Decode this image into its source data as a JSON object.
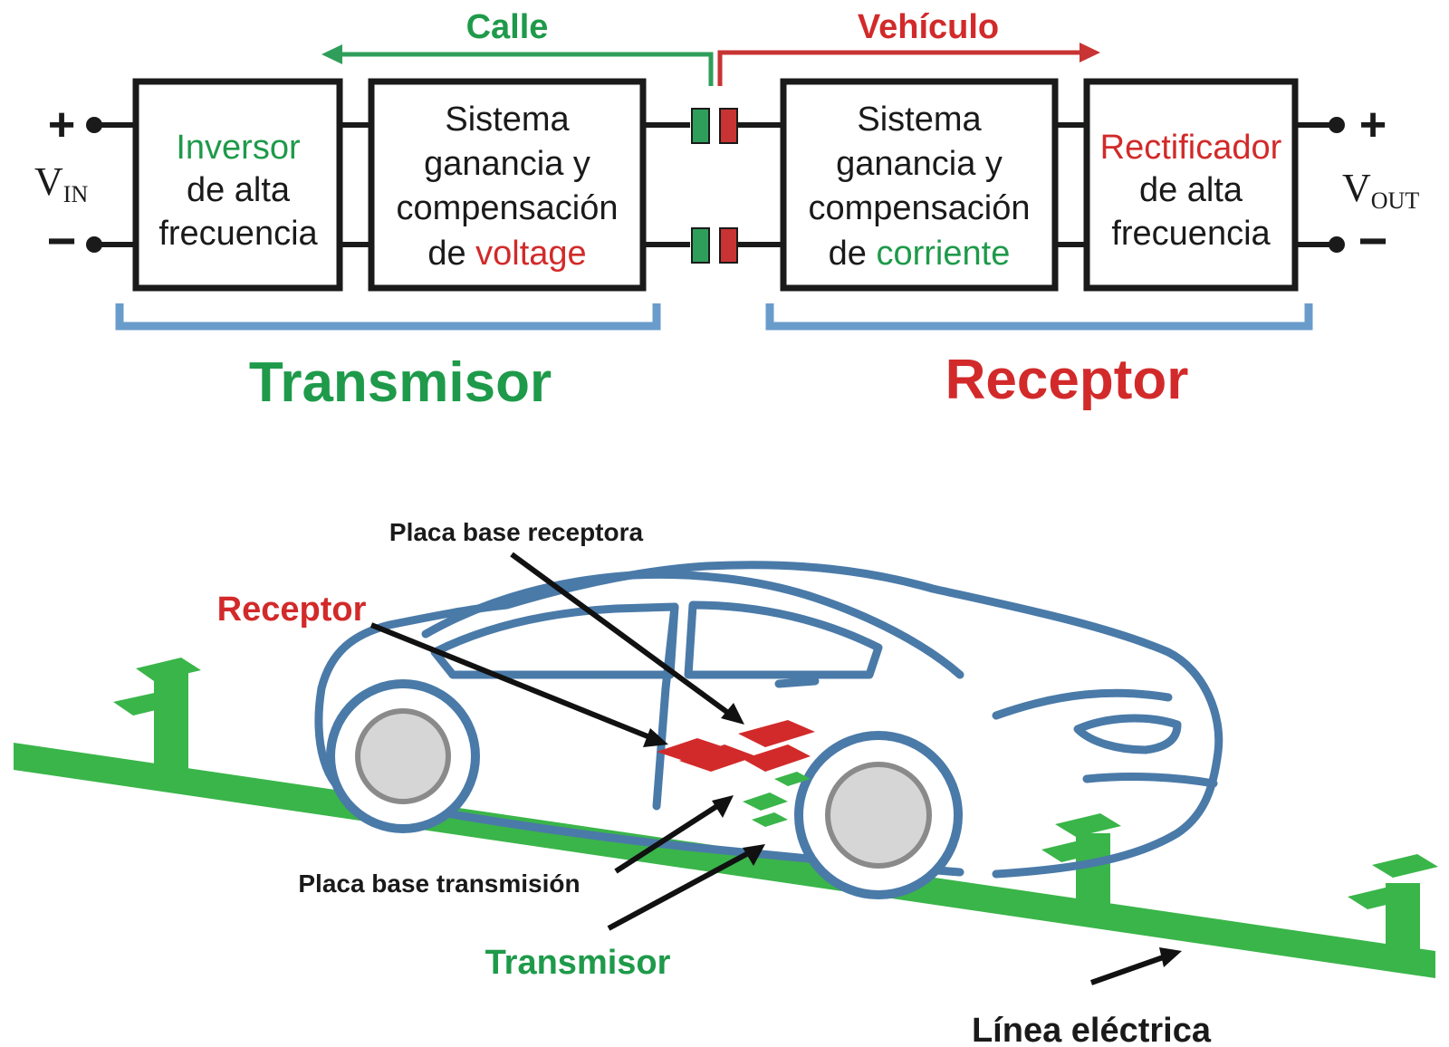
{
  "top": {
    "road_label": "Calle",
    "vehicle_label": "Vehículo",
    "vin_label": "V",
    "vin_sub": "IN",
    "vout_label": "V",
    "vout_sub": "OUT",
    "plus": "+",
    "minus": "−",
    "block1": {
      "line1": "Inversor",
      "line2": "de alta",
      "line3": "frecuencia"
    },
    "block2": {
      "line1": "Sistema",
      "line2": "ganancia y",
      "line3": "compensación",
      "line4a": "de ",
      "line4b": "voltage"
    },
    "block3": {
      "line1": "Sistema",
      "line2": "ganancia y",
      "line3": "compensación",
      "line4a": "de ",
      "line4b": "corriente"
    },
    "block4": {
      "line1": "Rectificador",
      "line2": "de alta",
      "line3": "frecuencia"
    },
    "transmitter_group": "Transmisor",
    "receiver_group": "Receptor"
  },
  "bottom": {
    "label_receiver_plate": "Placa base receptora",
    "label_receiver": "Receptor",
    "label_transmitter_plate": "Placa base transmisión",
    "label_transmitter": "Transmisor",
    "label_power_line": "Línea eléctrica"
  },
  "colors": {
    "green": "#1e9a4a",
    "red": "#d22a2a",
    "blue_bracket": "#6a9ccb",
    "car_outline": "#4a7aa8",
    "road_green": "#3ab54a"
  }
}
